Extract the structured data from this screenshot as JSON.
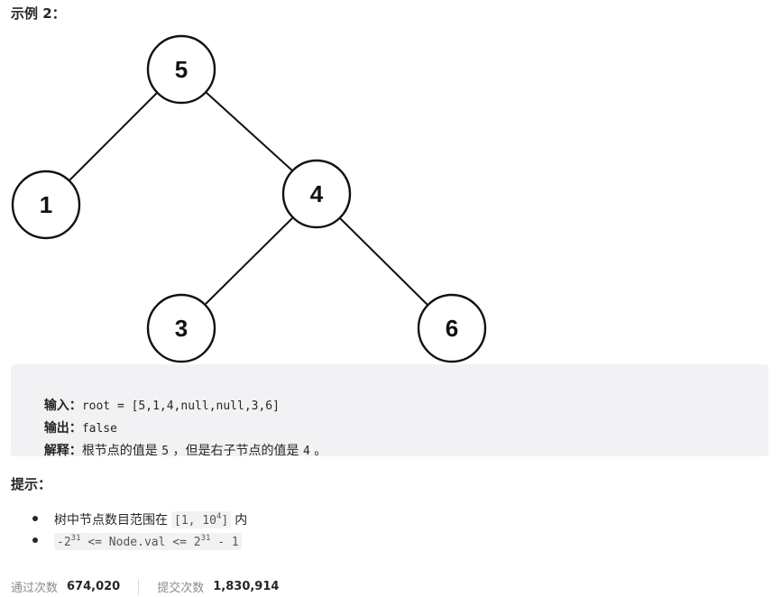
{
  "example": {
    "heading": "示例 2："
  },
  "tree": {
    "nodes": [
      "5",
      "1",
      "4",
      "3",
      "6"
    ]
  },
  "code_block": {
    "input_label": "输入：",
    "input_value": "root = [5,1,4,null,null,3,6]",
    "output_label": "输出：",
    "output_value": "false",
    "explain_label": "解释：",
    "explain_part1": "根节点的值是 ",
    "explain_val1": "5",
    "explain_part2": " ，但是右子节点的值是 ",
    "explain_val2": "4",
    "explain_part3": " 。"
  },
  "hints": {
    "heading": "提示：",
    "item1_prefix": "树中节点数目范围在",
    "item1_code_a": "[1, 10",
    "item1_code_sup": "4",
    "item1_code_b": "]",
    "item1_suffix": "内",
    "item2_a": "-2",
    "item2_sup1": "31",
    "item2_b": " <= Node.val <= 2",
    "item2_sup2": "31",
    "item2_c": " - 1"
  },
  "stats": {
    "accepted_label": "通过次数",
    "accepted_value": "674,020",
    "submitted_label": "提交次数",
    "submitted_value": "1,830,914"
  }
}
